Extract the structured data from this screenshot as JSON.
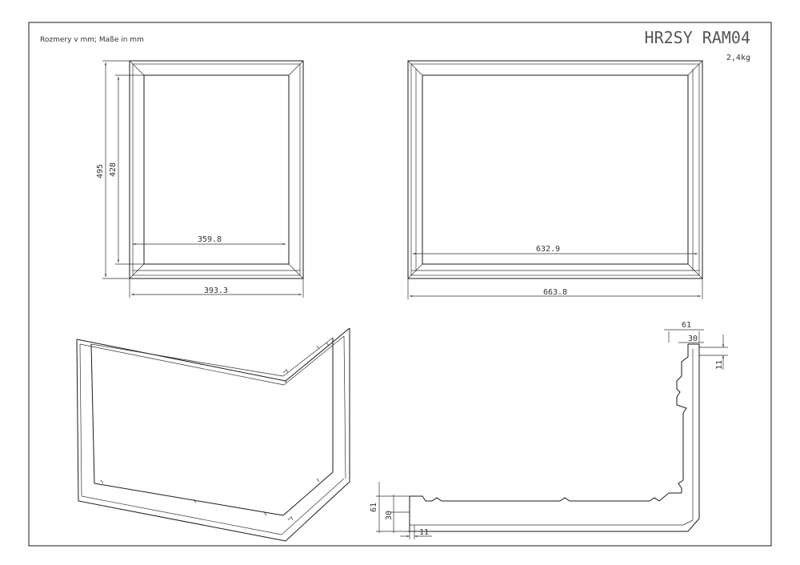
{
  "sheet": {
    "note": "Rozmery v mm; Maße in mm",
    "title": "HR2SY RAM04",
    "weight": "2,4kg"
  },
  "front_view": {
    "height_outer": "495",
    "height_inner": "428",
    "width_inner": "359.8",
    "width_outer": "393.3"
  },
  "side_view": {
    "width_inner": "632.9",
    "width_outer": "663.8"
  },
  "detail_top": {
    "dim_a": "61",
    "dim_b": "30",
    "dim_c": "11"
  },
  "detail_bottom": {
    "dim_a": "61",
    "dim_b": "30",
    "dim_c": "11"
  }
}
